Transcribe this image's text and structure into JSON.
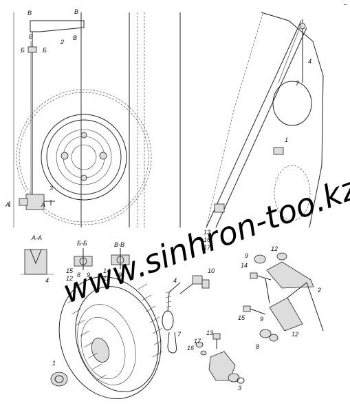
{
  "watermark": "www.sinhron-too.kz",
  "corner_mark": "–",
  "callouts": {
    "main": [
      "1",
      "2",
      "3",
      "4",
      "7"
    ],
    "lower_left": [
      "13",
      "16",
      "17"
    ],
    "detail_parts": [
      "4",
      "7",
      "8",
      "9",
      "9",
      "10",
      "12",
      "12",
      "13",
      "14",
      "15",
      "16",
      "17",
      "2",
      "3",
      "1"
    ]
  },
  "section_marks": {
    "v_top_left": "В",
    "v_top_right": "В",
    "v_mid_left": "В",
    "v_mid_right": "В",
    "b_left": "Б",
    "b_right": "Б",
    "a_left": "А",
    "a_right": "А"
  },
  "sections": {
    "aa": {
      "title": "А-А",
      "labels": [
        "4"
      ]
    },
    "bb": {
      "title": "Б-Б",
      "labels": [
        "15",
        "12",
        "8",
        "9"
      ]
    },
    "vv": {
      "title": "В-В",
      "labels": [
        "14",
        "12",
        "9"
      ]
    }
  },
  "parts": {
    "p1_wheel_nut": "1",
    "p2_bracket": "2",
    "p3_winch": "3",
    "p4_cable": "4",
    "p7_hook": "7",
    "p8": "8",
    "p9a": "9",
    "p9b": "9",
    "p10": "10",
    "p12a": "12",
    "p12b": "12",
    "p13": "13",
    "p14": "14",
    "p15": "15",
    "p16": "16",
    "p17": "17"
  }
}
